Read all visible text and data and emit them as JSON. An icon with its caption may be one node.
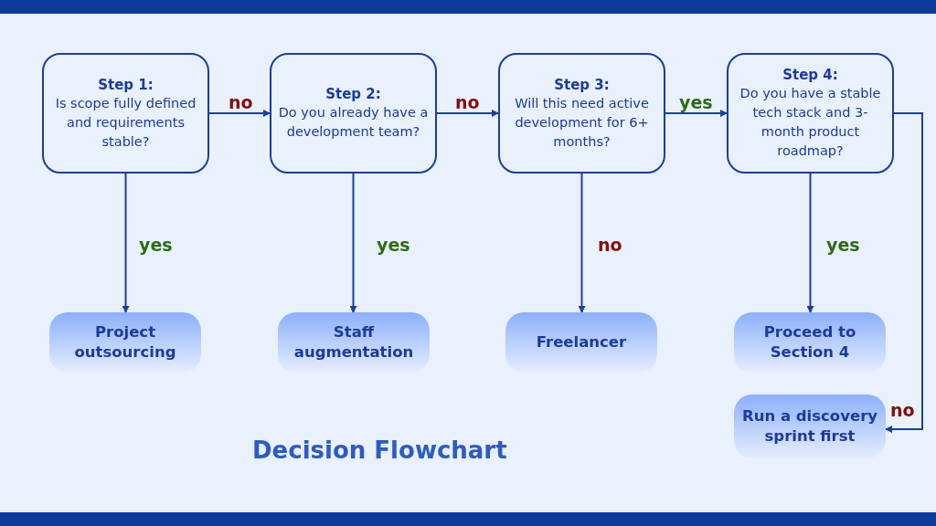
{
  "diagram": {
    "title": "Decision Flowchart",
    "nodes": [
      {
        "text": [
          "Step 1:",
          "Is scope fully defined and requirements stable?"
        ]
      },
      {
        "text": [
          "Step 2:",
          "Do you already have a development team?"
        ]
      },
      {
        "text": [
          "Step 3:",
          "Will this need active development for 6+ months?"
        ]
      },
      {
        "text": [
          "Step 4:",
          "Do you have a stable tech stack and 3-month product roadmap?"
        ]
      },
      {
        "text": [
          "Project outsourcing"
        ]
      },
      {
        "text": [
          "Staff augmentation"
        ]
      },
      {
        "text": [
          "Freelancer"
        ]
      },
      {
        "text": [
          "Proceed to Section 4"
        ]
      },
      {
        "text": [
          "Run a discovery sprint first"
        ]
      }
    ],
    "edges": [
      {
        "from": 0,
        "to": 1,
        "arrow": "to",
        "label": "no"
      },
      {
        "from": 0,
        "to": 4,
        "arrow": "to",
        "label": "yes"
      },
      {
        "from": 1,
        "to": 2,
        "arrow": "to",
        "label": "no"
      },
      {
        "from": 1,
        "to": 5,
        "arrow": "to",
        "label": "yes"
      },
      {
        "from": 2,
        "to": 3,
        "arrow": "to",
        "label": "yes"
      },
      {
        "from": 2,
        "to": 6,
        "arrow": "to",
        "label": "no"
      },
      {
        "from": 3,
        "to": 7,
        "arrow": "to",
        "label": "yes"
      },
      {
        "from": 3,
        "to": 8,
        "arrow": "to",
        "label": "no"
      }
    ]
  }
}
